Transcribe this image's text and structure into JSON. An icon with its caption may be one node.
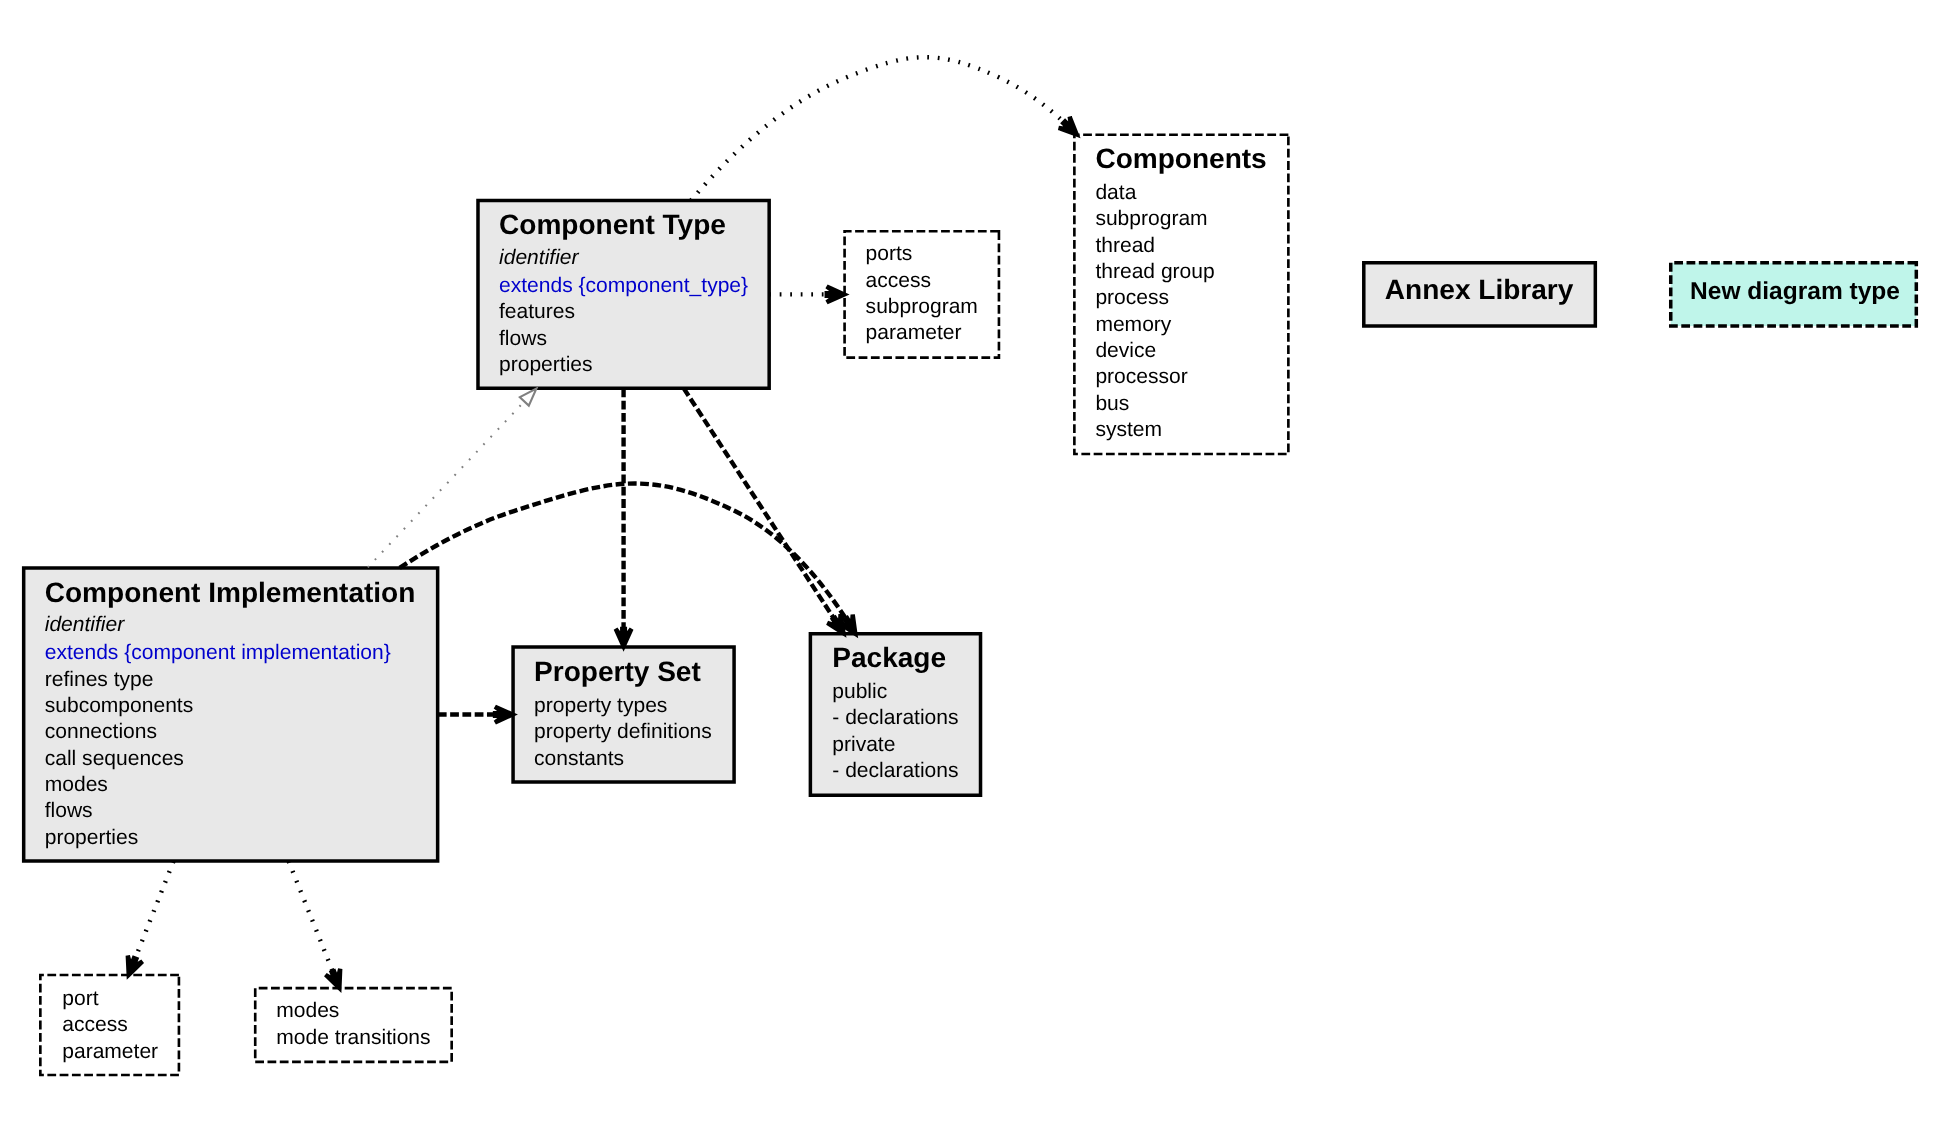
{
  "diagram": {
    "nodes": [
      {
        "text": [
          "Component Type",
          "identifier",
          "extends {component_type}",
          "features",
          "flows",
          "properties"
        ]
      },
      {
        "text": [
          "Components",
          "data",
          "subprogram",
          "thread",
          "thread group",
          "process",
          "memory",
          "device",
          "processor",
          "bus",
          "system"
        ]
      },
      {
        "text": [
          "ports",
          "access",
          "subprogram",
          "parameter"
        ]
      },
      {
        "text": [
          "Package",
          "public",
          "- declarations",
          "private",
          "- declarations"
        ]
      },
      {
        "text": [
          "Property Set",
          "property types",
          "property definitions",
          "constants"
        ]
      },
      {
        "text": [
          "Component Implementation",
          "identifier",
          "extends {component implementation}",
          "refines type",
          "subcomponents",
          "connections",
          "call sequences",
          "modes",
          "flows",
          "properties"
        ]
      },
      {
        "text": [
          "port",
          "access",
          "parameter"
        ]
      },
      {
        "text": [
          "Annex Library"
        ]
      },
      {
        "text": [
          "modes",
          "mode transitions"
        ]
      }
    ],
    "edges": [
      {
        "from": 0,
        "to": 1,
        "arrow": "to"
      },
      {
        "from": 0,
        "to": 2,
        "arrow": "to"
      },
      {
        "from": 0,
        "to": 4,
        "arrow": "to",
        "style": "dashed"
      },
      {
        "from": 0,
        "to": 3,
        "arrow": "to",
        "style": "dashed"
      },
      {
        "from": 5,
        "to": 0,
        "arrow": "to",
        "color": "#808080"
      },
      {
        "from": 5,
        "to": 3,
        "arrow": "to",
        "style": "dashed"
      },
      {
        "from": 5,
        "to": 4,
        "arrow": "to",
        "style": "dashed"
      },
      {
        "from": 5,
        "to": 6,
        "arrow": "to"
      },
      {
        "from": 5,
        "to": 8,
        "arrow": "to"
      }
    ],
    "legend": [
      {
        "text": "New diagram type",
        "color": "#bff5ea"
      }
    ]
  }
}
